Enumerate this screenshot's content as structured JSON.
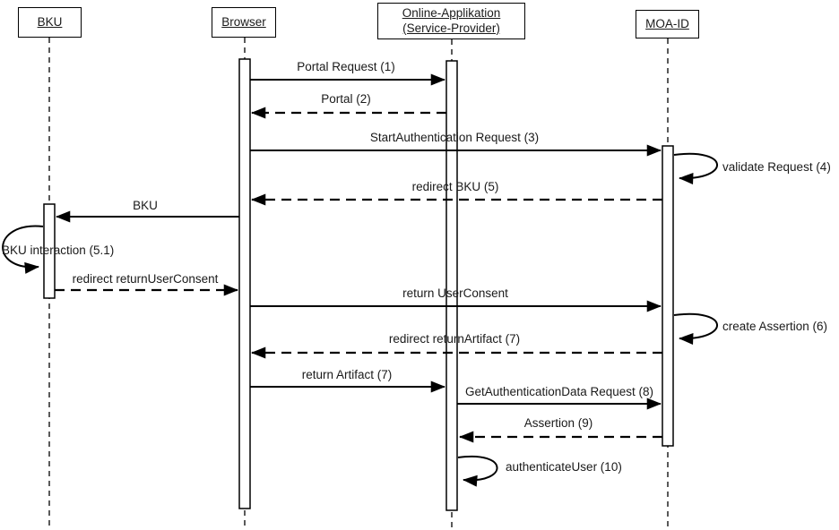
{
  "diagram_type": "uml-sequence-diagram",
  "colors": {
    "line": "#000000",
    "background": "#ffffff",
    "text": "#1a1a1a"
  },
  "actors": [
    {
      "label": "BKU"
    },
    {
      "label": "Browser"
    },
    {
      "label": "Online-Applikation (Service-Provider)"
    },
    {
      "label": "MOA-ID"
    }
  ],
  "messages": [
    {
      "label": "Portal Request (1)",
      "from": "Browser",
      "to": "Online-Applikation (Service-Provider)",
      "style": "solid"
    },
    {
      "label": "Portal (2)",
      "from": "Online-Applikation (Service-Provider)",
      "to": "Browser",
      "style": "dashed"
    },
    {
      "label": "StartAuthentication Request (3)",
      "from": "Browser",
      "to": "MOA-ID",
      "style": "solid"
    },
    {
      "label": "validate Request (4)",
      "from": "MOA-ID",
      "to": "MOA-ID",
      "style": "self"
    },
    {
      "label": "redirect BKU (5)",
      "from": "MOA-ID",
      "to": "Browser",
      "style": "dashed"
    },
    {
      "label": "BKU",
      "from": "Browser",
      "to": "BKU",
      "style": "solid"
    },
    {
      "label": "BKU interaction (5.1)",
      "from": "BKU",
      "to": "BKU",
      "style": "self"
    },
    {
      "label": "redirect returnUserConsent",
      "from": "BKU",
      "to": "Browser",
      "style": "dashed"
    },
    {
      "label": "return UserConsent",
      "from": "Browser",
      "to": "MOA-ID",
      "style": "solid"
    },
    {
      "label": "create Assertion (6)",
      "from": "MOA-ID",
      "to": "MOA-ID",
      "style": "self"
    },
    {
      "label": "redirect returnArtifact (7)",
      "from": "MOA-ID",
      "to": "Browser",
      "style": "dashed"
    },
    {
      "label": "return Artifact (7)",
      "from": "Browser",
      "to": "Online-Applikation (Service-Provider)",
      "style": "solid"
    },
    {
      "label": "GetAuthenticationData Request (8)",
      "from": "Online-Applikation (Service-Provider)",
      "to": "MOA-ID",
      "style": "solid"
    },
    {
      "label": "Assertion (9)",
      "from": "MOA-ID",
      "to": "Online-Applikation (Service-Provider)",
      "style": "dashed"
    },
    {
      "label": "authenticateUser (10)",
      "from": "Online-Applikation (Service-Provider)",
      "to": "Online-Applikation (Service-Provider)",
      "style": "self"
    }
  ]
}
